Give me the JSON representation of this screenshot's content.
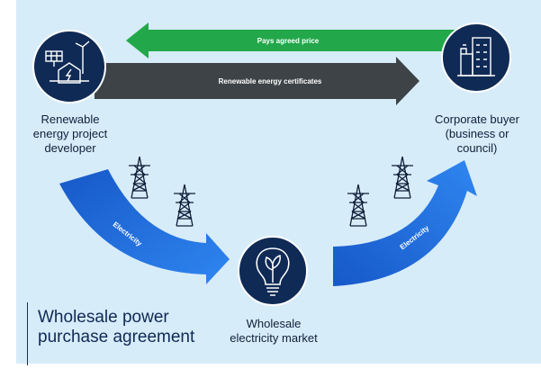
{
  "title": "Wholesale power purchase agreement",
  "title_line1": "Wholesale power",
  "title_line2": "purchase agreement",
  "nodes": {
    "developer": {
      "icon": "solar-wind-house-icon",
      "line1": "Renewable",
      "line2": "energy project",
      "line3": "developer"
    },
    "buyer": {
      "icon": "building-icon",
      "line1": "Corporate buyer",
      "line2": "(business or",
      "line3": "council)"
    },
    "market": {
      "icon": "lightbulb-leaf-icon",
      "line1": "Wholesale",
      "line2": "electricity market"
    }
  },
  "arrows": {
    "price": "Pays agreed price",
    "certificates": "Renewable energy certificates",
    "electricity_left": "Electricity",
    "electricity_right": "Electricity"
  },
  "colors": {
    "background": "#d7ecf9",
    "navy": "#0f2a55",
    "green": "#22a84a",
    "dark_gray": "#3d4347",
    "blue": "#1f6fe0"
  }
}
